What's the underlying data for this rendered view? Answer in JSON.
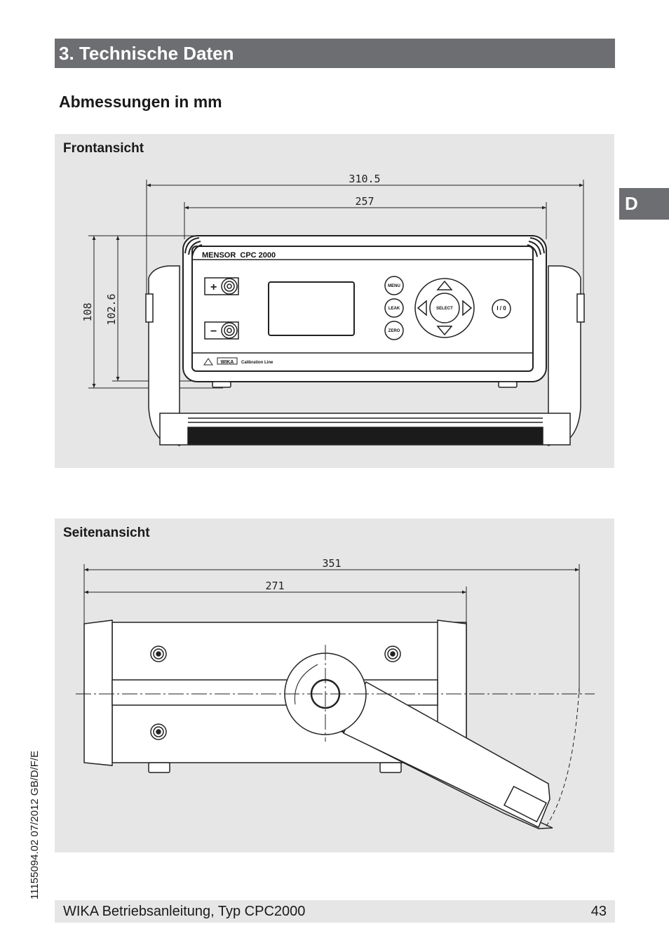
{
  "header": {
    "title": "3. Technische Daten"
  },
  "side_tab": {
    "label": "D"
  },
  "subheading": "Abmessungen in mm",
  "front_view": {
    "label": "Frontansicht",
    "dims": {
      "overall_width": "310.5",
      "body_width": "257",
      "overall_height": "108",
      "body_height": "102.6"
    },
    "device_brand": "MENSOR  CPC 2000",
    "footer_brand": "WIKA",
    "footer_line": "Calibration Line",
    "buttons": {
      "menu": "MENU",
      "leak": "LEAK",
      "zero": "ZERO",
      "select": "SELECT",
      "power": "I / 0"
    },
    "port_plus": "+",
    "port_minus": "−"
  },
  "side_view": {
    "label": "Seitenansicht",
    "dims": {
      "overall_depth": "351",
      "body_depth": "271"
    }
  },
  "doc_code": "11155094.02 07/2012 GB/D/F/E",
  "footer": {
    "title": "WIKA Betriebsanleitung, Typ CPC2000",
    "page": "43"
  }
}
